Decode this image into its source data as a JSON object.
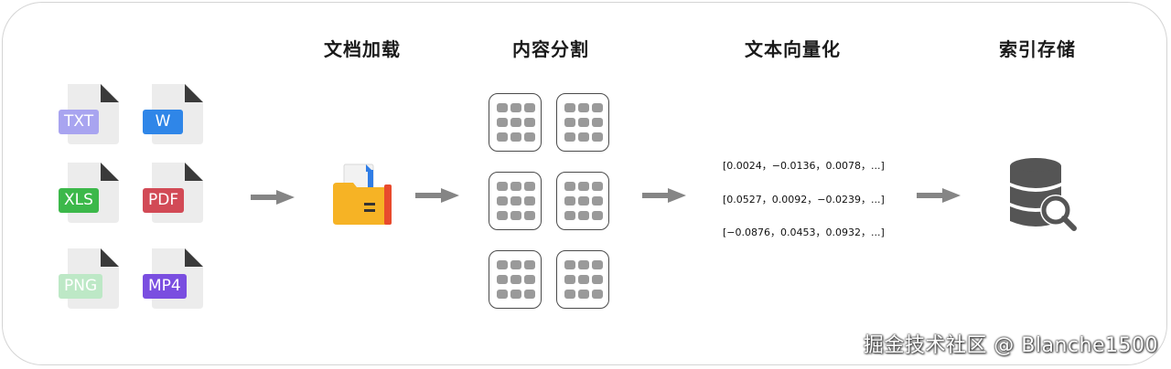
{
  "stages": {
    "load": "文档加载",
    "split": "内容分割",
    "vectorize": "文本向量化",
    "store": "索引存储"
  },
  "files": [
    {
      "label": "TXT",
      "color": "#a8a4f0"
    },
    {
      "label": "W",
      "color": "#2f86e8"
    },
    {
      "label": "XLS",
      "color": "#3cb84a"
    },
    {
      "label": "PDF",
      "color": "#d24a56"
    },
    {
      "label": "PNG",
      "color": "#bde8c6"
    },
    {
      "label": "MP4",
      "color": "#7a4ee0"
    }
  ],
  "vectors": [
    "[0.0024，−0.0136，0.0078，...]",
    "[0.0527，0.0092，−0.0239，...]",
    "[−0.0876，0.0453，0.0932，...]"
  ],
  "icons": [
    "document-file-icon",
    "folder-icon",
    "chunk-grid-icon",
    "database-search-icon",
    "arrow-right-icon"
  ],
  "watermark": "掘金技术社区 @ Blanche1500"
}
